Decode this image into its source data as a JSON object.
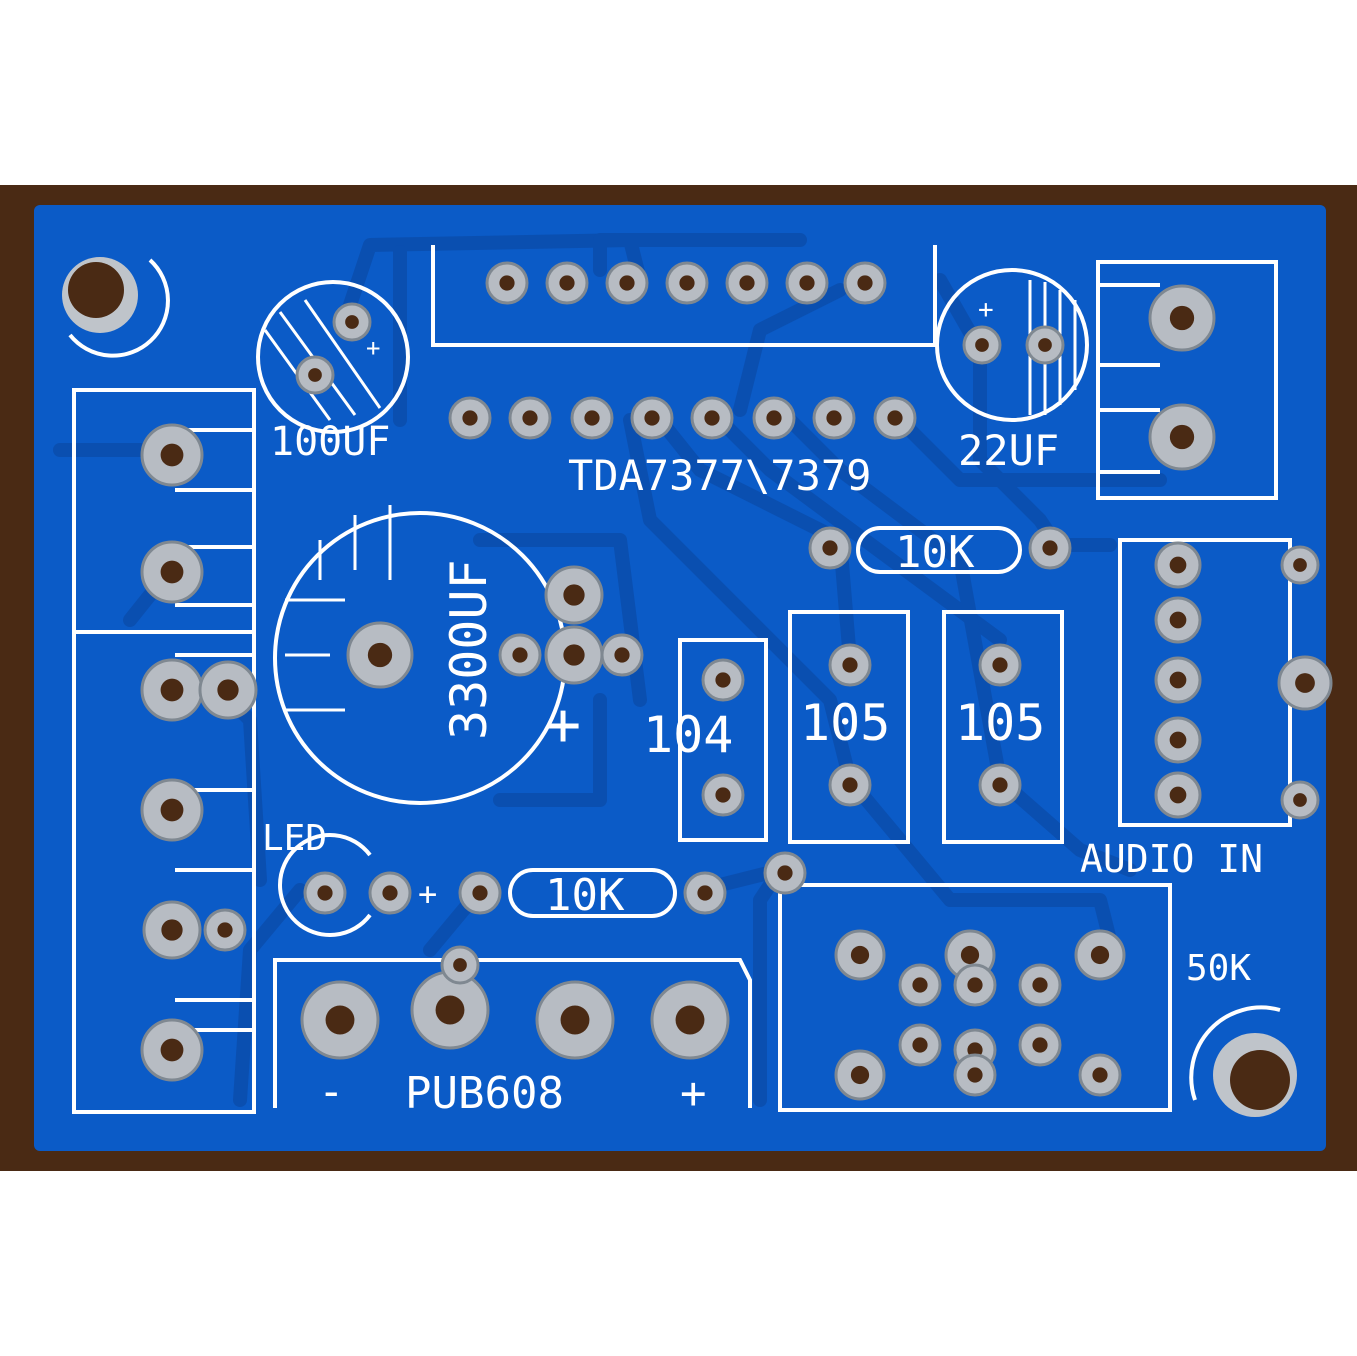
{
  "colors": {
    "background": "#ffffff",
    "panel_edge": "#4a2a14",
    "board": "#0b5bc7",
    "board_trace": "#0a4fb0",
    "silkscreen": "#ffffff",
    "pad": "#b7bcc3",
    "hole": "#4a2a14"
  },
  "labels": {
    "cap_100uf": "100UF",
    "ic": "TDA7377\\7379",
    "cap_22uf": "22UF",
    "cap_3300uf": "3300UF",
    "res_10k_top": "10K",
    "cap_104": "104",
    "cap_105_a": "105",
    "cap_105_b": "105",
    "led": "LED",
    "res_10k_bottom": "10K",
    "audio_in": "AUDIO IN",
    "pot_50k": "50K",
    "power_connector": "PUB608",
    "power_minus": "-",
    "power_plus": "+",
    "plus_3300": "+",
    "plus_22": "+",
    "plus_100": "+",
    "plus_led": "+"
  }
}
